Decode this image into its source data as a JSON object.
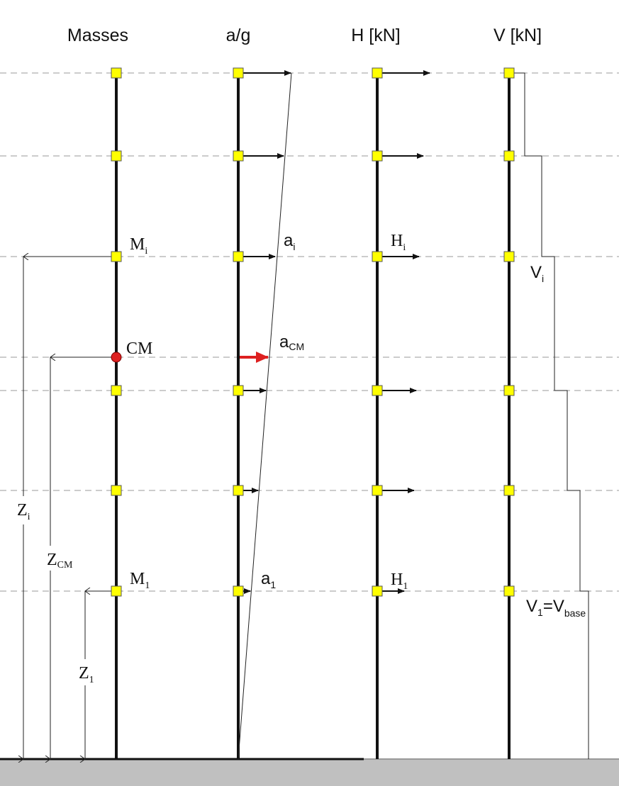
{
  "headers": {
    "masses": "Masses",
    "ag": "a/g",
    "h": "H [kN]",
    "v": "V [kN]"
  },
  "labels": {
    "mi": {
      "main": "M",
      "sub": "i"
    },
    "m1": {
      "main": "M",
      "sub": "1"
    },
    "cm": "CM",
    "ai": {
      "main": "a",
      "sub": "i"
    },
    "acm": {
      "main": "a",
      "sub": "CM"
    },
    "a1": {
      "main": "a",
      "sub": "1"
    },
    "hi": {
      "main": "H",
      "sub": "i"
    },
    "h1": {
      "main": "H",
      "sub": "1"
    },
    "vi": {
      "main": "V",
      "sub": "i"
    },
    "v1": {
      "main": "V",
      "sub": "1",
      "eq": "=V",
      "sub2": "base"
    },
    "zi": {
      "main": "Z",
      "sub": "i"
    },
    "zcm": {
      "main": "Z",
      "sub": "CM"
    },
    "z1": {
      "main": "Z",
      "sub": "1"
    }
  },
  "colors": {
    "node": "#ffff00",
    "cm": "#dd2020",
    "ground": "#c0c0c0"
  }
}
